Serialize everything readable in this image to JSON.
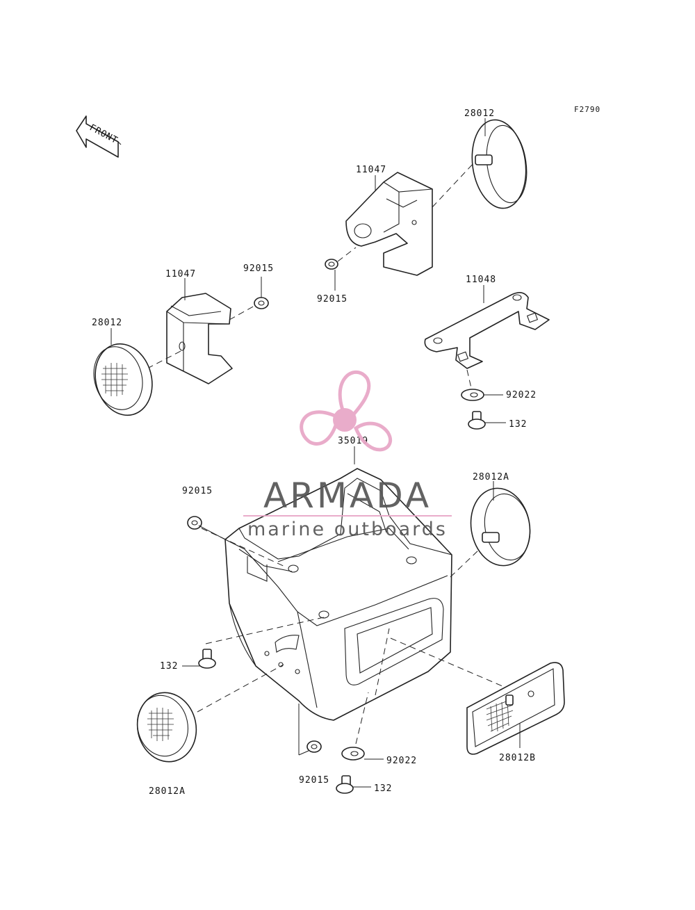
{
  "figure_code": "F2790",
  "front_label": "FRONT",
  "watermark": {
    "brand": "ARMADA",
    "tagline": "marine outboards",
    "color": "#e8a6c6",
    "text_color": "#555555"
  },
  "parts": {
    "p28012_top": "28012",
    "p11047_top": "11047",
    "p92015_top": "92015",
    "p11048": "11048",
    "p92022_top": "92022",
    "p132_top": "132",
    "p11047_left": "11047",
    "p92015_left": "92015",
    "p28012_left": "28012",
    "p35019": "35019",
    "p92015_mid": "92015",
    "p28012A_right": "28012A",
    "p132_left": "132",
    "p28012A_bottom": "28012A",
    "p92015_bottom": "92015",
    "p92022_bottom": "92022",
    "p132_bottom": "132",
    "p28012B": "28012B"
  }
}
